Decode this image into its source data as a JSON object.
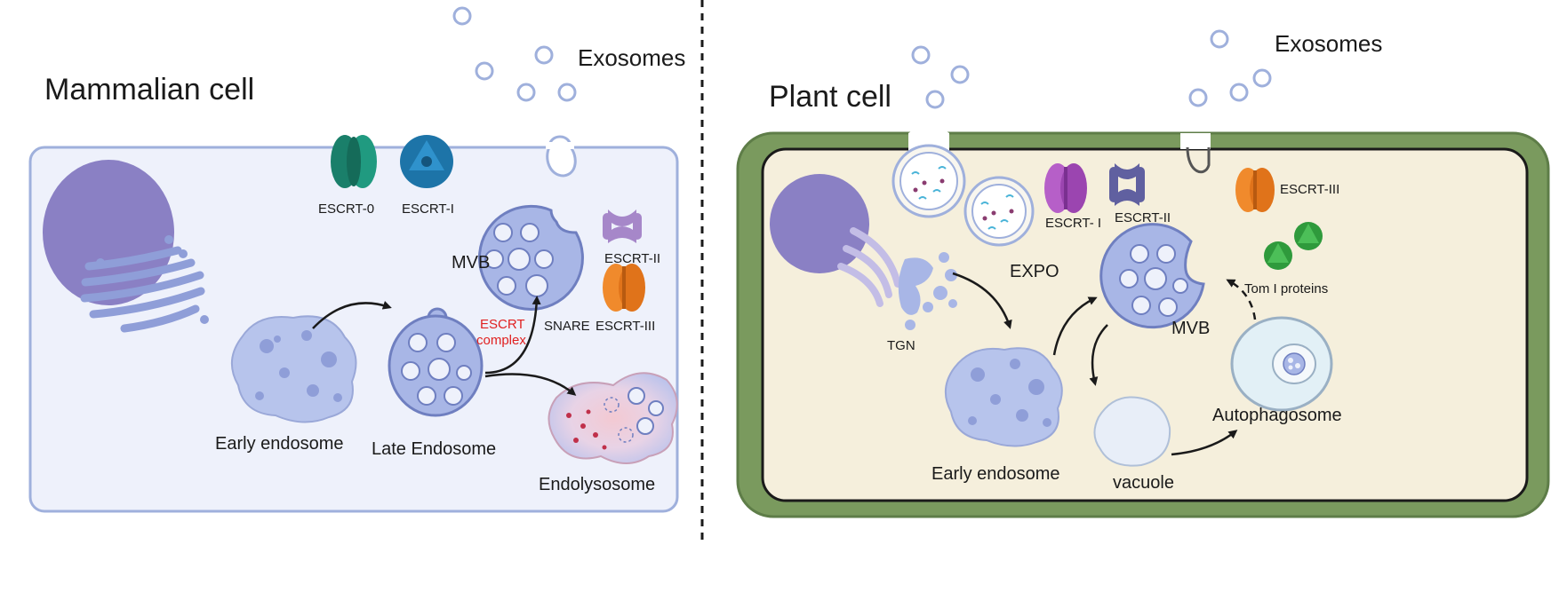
{
  "mammalian": {
    "title": "Mammalian  cell",
    "exosomes": "Exosomes",
    "escrt0": "ESCRT-0",
    "escrt1": "ESCRT-I",
    "escrt2": "ESCRT-II",
    "escrt3": "ESCRT-III",
    "mvb": "MVB",
    "snare": "SNARE",
    "escrt_complex_1": "ESCRT",
    "escrt_complex_2": "complex",
    "early_endosome": "Early endosome",
    "late_endosome": "Late Endosome",
    "endolysosome": "Endolysosome"
  },
  "plant": {
    "title": "Plant  cell",
    "exosomes": "Exosomes",
    "escrt1": "ESCRT- I",
    "escrt2": "ESCRT-II",
    "escrt3": "ESCRT-III",
    "expo": "EXPO",
    "tgn": "TGN",
    "mvb": "MVB",
    "tom1": "Tom I proteins",
    "early_endosome": "Early endosome",
    "vacuole": "vacuole",
    "autophagosome": "Autophagosome"
  },
  "colors": {
    "mammal_bg": "#eef1fb",
    "plant_wall": "#7a9a5e",
    "plant_bg": "#f5efdc",
    "organelle": "#a8b6e6",
    "nucleus": "#8a80c4"
  }
}
